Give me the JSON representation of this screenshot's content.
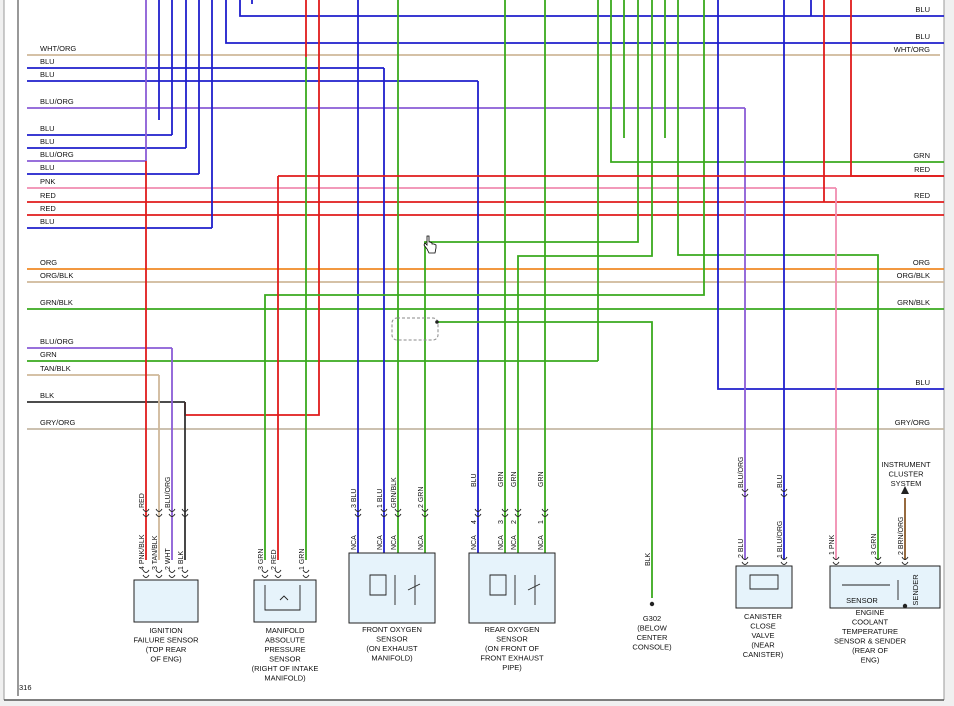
{
  "page_number": "316",
  "colors": {
    "blue": "#1f1fcc",
    "red": "#e01b1b",
    "green": "#3aaa1e",
    "orange": "#f08a24",
    "pink": "#f08cb0",
    "tan": "#cfb89a",
    "violet": "#8a5cd6",
    "black": "#333333",
    "gray": "#c4b8a4",
    "component_fill": "#e6f3fb"
  },
  "left_wire_labels": [
    "WHT/ORG",
    "BLU",
    "BLU",
    "BLU/ORG",
    "BLU",
    "BLU",
    "BLU/ORG",
    "BLU",
    "PNK",
    "RED",
    "RED",
    "BLU",
    "ORG",
    "ORG/BLK",
    "GRN/BLK",
    "BLU/ORG",
    "GRN",
    "TAN/BLK",
    "BLK",
    "GRY/ORG"
  ],
  "right_wire_labels": [
    "BLU",
    "BLU",
    "WHT/ORG",
    "GRN",
    "RED",
    "RED",
    "ORG",
    "ORG/BLK",
    "GRN/BLK",
    "BLU",
    "GRY/ORG"
  ],
  "components": {
    "ignition_failure": [
      "IGNITION",
      "FAILURE SENSOR",
      "(TOP REAR",
      "OF ENG)"
    ],
    "map_sensor": [
      "MANIFOLD",
      "ABSOLUTE",
      "PRESSURE",
      "SENSOR",
      "(RIGHT OF INTAKE",
      "MANIFOLD)"
    ],
    "front_o2": [
      "FRONT OXYGEN",
      "SENSOR",
      "(ON EXHAUST",
      "MANIFOLD)"
    ],
    "rear_o2": [
      "REAR OXYGEN",
      "SENSOR",
      "(ON FRONT OF",
      "FRONT EXHAUST",
      "PIPE)"
    ],
    "ground": [
      "G302",
      "(BELOW",
      "CENTER",
      "CONSOLE)"
    ],
    "canister_valve": [
      "CANISTER",
      "CLOSE",
      "VALVE",
      "(NEAR",
      "CANISTER)"
    ],
    "coolant_sensor": [
      "ENGINE",
      "COOLANT",
      "TEMPERATURE",
      "SENSOR & SENDER",
      "(REAR OF",
      "ENG)"
    ],
    "instrument_cluster": [
      "INSTRUMENT",
      "CLUSTER",
      "SYSTEM"
    ],
    "coolant_inner_sensor": "SENSOR",
    "coolant_inner_sender": "SENDER"
  },
  "pin_labels": {
    "ignition_failure": [
      "4 PNK/BLK",
      "3 TAN/BLK",
      "2 WHT",
      "1 BLK"
    ],
    "ignition_failure_top": [
      "RED",
      "BLU/ORG"
    ],
    "map_sensor": [
      "3 GRN",
      "2 RED",
      "1 GRN"
    ],
    "front_o2": [
      "NCA",
      "NCA",
      "NCA",
      "NCA"
    ],
    "front_o2_top": [
      "3 BLU",
      "1 BLU",
      "GRN/BLK",
      "2 GRN"
    ],
    "rear_o2": [
      "NCA",
      "NCA",
      "NCA",
      "NCA"
    ],
    "rear_o2_top": [
      "BLU",
      "GRN",
      "GRN",
      "GRN"
    ],
    "rear_o2_pins": [
      "4",
      "3",
      "2",
      "1"
    ],
    "ground_wire": "BLK",
    "canister_valve": [
      "2 BLU",
      "1 BLU/ORG"
    ],
    "canister_valve_top": [
      "BLU/ORG",
      "BLU"
    ],
    "coolant_sensor": [
      "1 PNK",
      "3 GRN",
      "2 BRN/ORG"
    ]
  }
}
